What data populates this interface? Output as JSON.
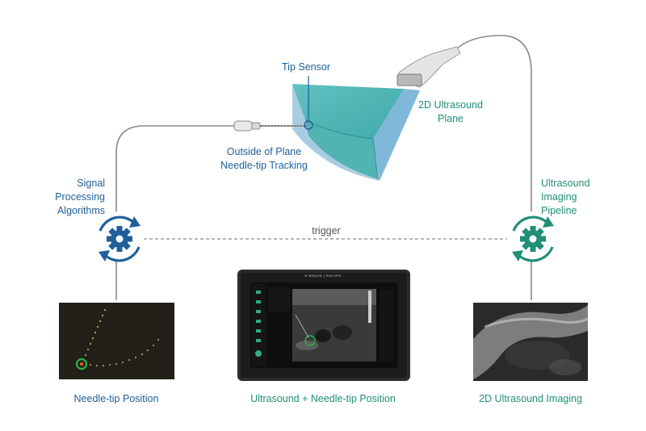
{
  "labels": {
    "tip_sensor": "Tip Sensor",
    "us_plane_line1": "2D Ultrasound",
    "us_plane_line2": "Plane",
    "outside_line1": "Outside of Plane",
    "outside_line2": "Needle-tip Tracking",
    "signal_line1": "Signal",
    "signal_line2": "Processing",
    "signal_line3": "Algorithms",
    "pipeline_line1": "Ultrasound",
    "pipeline_line2": "Imaging",
    "pipeline_line3": "Pipeline",
    "trigger": "trigger",
    "caption_left": "Needle-tip Position",
    "caption_center": "Ultrasound + Needle-tip Position",
    "caption_right": "2D Ultrasound Imaging",
    "device_brand": "B BRAUN | PHILIPS"
  },
  "icons": {
    "left_gear": "gear-cycle-icon",
    "right_gear": "gear-cycle-icon"
  },
  "colors": {
    "blue": "#1f5f9a",
    "teal": "#1f8f78",
    "line": "#8a8a8a"
  }
}
